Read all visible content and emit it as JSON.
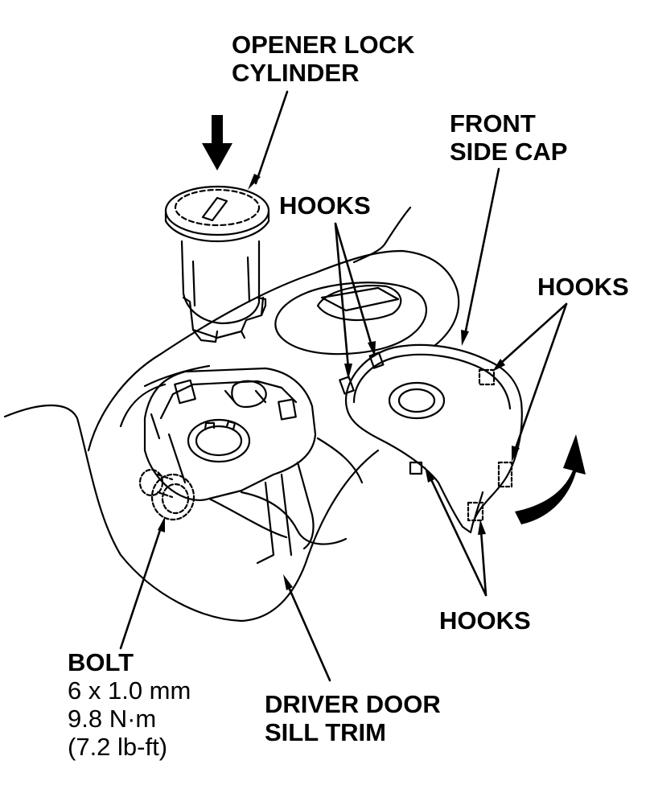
{
  "labels": {
    "opener_lock_cylinder": [
      "OPENER LOCK",
      "CYLINDER"
    ],
    "front_side_cap": [
      "FRONT",
      "SIDE CAP"
    ],
    "hooks_upper_left": "HOOKS",
    "hooks_upper_right": "HOOKS",
    "hooks_lower": "HOOKS",
    "bolt_title": "BOLT",
    "bolt_specs": [
      "6 x 1.0 mm",
      "9.8 N·m",
      "(7.2 lb-ft)"
    ],
    "driver_door_sill_trim": [
      "DRIVER DOOR",
      "SILL TRIM"
    ]
  },
  "colors": {
    "ink": "#000000",
    "paper": "#ffffff"
  }
}
